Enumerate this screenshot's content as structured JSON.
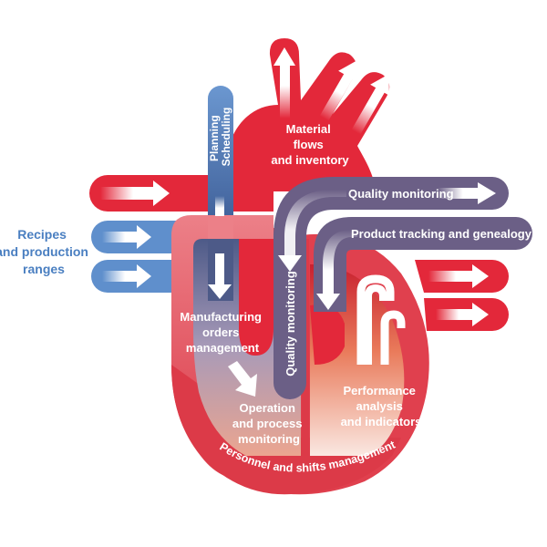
{
  "diagram": {
    "type": "heart-metaphor-process-diagram",
    "labels": {
      "recipes": [
        "Recipes",
        "and production",
        "ranges"
      ],
      "planning": [
        "Planning",
        "Scheduling"
      ],
      "material": [
        "Material",
        "flows",
        "and inventory"
      ],
      "quality_top": "Quality monitoring",
      "product_tracking": "Product tracking and genealogy",
      "manufacturing": [
        "Manufacturing",
        "orders",
        "management"
      ],
      "quality_vertical": "Quality monitoring",
      "operation": [
        "Operation",
        "and process",
        "monitoring"
      ],
      "performance": [
        "Performance",
        "analysis",
        "and indicators"
      ],
      "personnel": "Personnel and shifts management"
    },
    "colors": {
      "red": "#e3283a",
      "dark_red": "#c8202f",
      "pink": "#e8707a",
      "blue": "#5f8fcc",
      "blue_label": "#4a7fc1",
      "purple": "#6b5f86",
      "white": "#ffffff"
    },
    "arrows": {
      "inflow_red": 1,
      "inflow_blue": 2,
      "outflow_red": 2,
      "upward_red": 3
    }
  }
}
